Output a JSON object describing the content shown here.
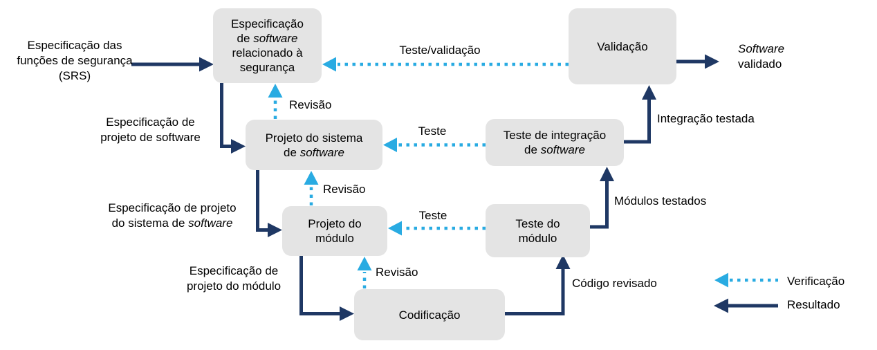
{
  "colors": {
    "verification_blue": "#29abe2",
    "result_navy": "#1f3864",
    "box_fill": "#e4e4e4",
    "text": "#000000"
  },
  "boxes": {
    "spec_seguranca": {
      "l1": "Especificação",
      "l2a": "de ",
      "l2b": "software",
      "l3": "relacionado à",
      "l4": "segurança"
    },
    "projeto_sistema": {
      "l1": "Projeto do sistema",
      "l2a": "de ",
      "l2b": "software"
    },
    "projeto_modulo": {
      "l1": "Projeto do",
      "l2": "módulo"
    },
    "codificacao": {
      "l1": "Codificação"
    },
    "teste_modulo": {
      "l1": "Teste do",
      "l2": "módulo"
    },
    "teste_integracao": {
      "l1": "Teste de integração",
      "l2a": "de ",
      "l2b": "software"
    },
    "validacao": {
      "l1": "Validação"
    }
  },
  "labels": {
    "srs": {
      "l1": "Especificação das",
      "l2": "funções de segurança",
      "l3": "(SRS)"
    },
    "espec_projeto_software": {
      "l1": "Especificação de",
      "l2": "projeto de software"
    },
    "espec_projeto_sistema": {
      "l1": "Especificação de projeto",
      "l2a": "do sistema de ",
      "l2b": "software"
    },
    "espec_projeto_modulo": {
      "l1": "Especificação de",
      "l2": "projeto do módulo"
    },
    "teste_validacao": "Teste/validação",
    "teste_sistema": "Teste",
    "teste_modulo": "Teste",
    "revisao_1": "Revisão",
    "revisao_2": "Revisão",
    "revisao_3": "Revisão",
    "codigo_revisado": "Código revisado",
    "modulos_testados": "Módulos testados",
    "integracao_testada": "Integração testada",
    "software_validado": {
      "l1": "Software",
      "l2": "validado"
    }
  },
  "legend": {
    "verificacao": "Verificação",
    "resultado": "Resultado"
  }
}
